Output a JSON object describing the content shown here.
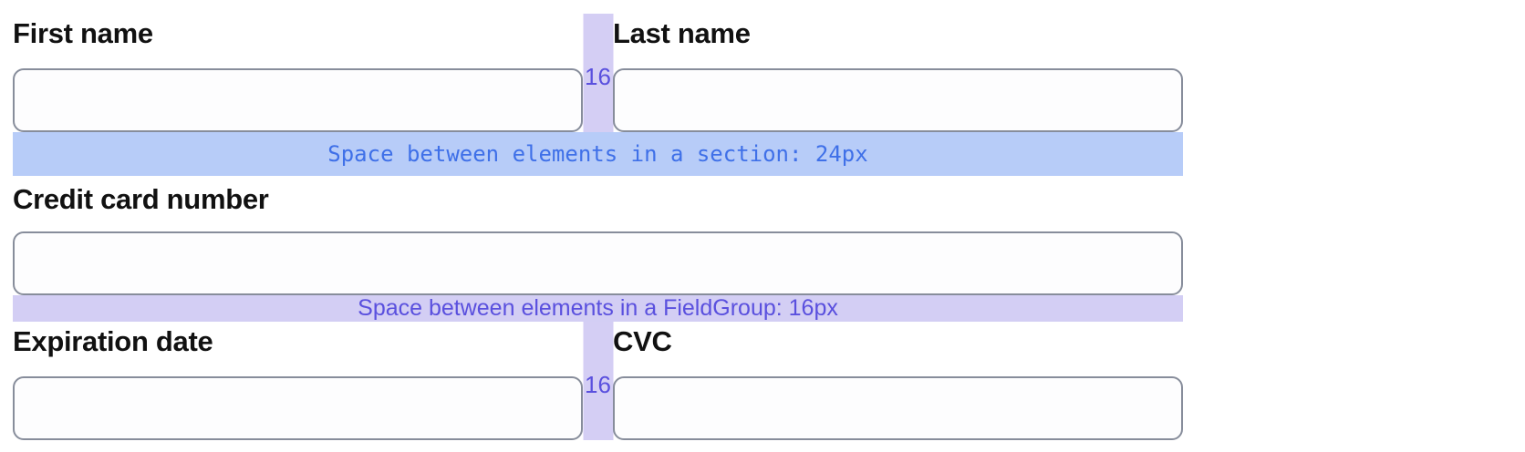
{
  "fields": {
    "first_name_label": "First name",
    "last_name_label": "Last name",
    "credit_card_label": "Credit card number",
    "expiration_label": "Expiration date",
    "cvc_label": "CVC",
    "first_name_value": "",
    "last_name_value": "",
    "credit_card_value": "",
    "expiration_value": "",
    "cvc_value": "",
    "input_placeholder": ""
  },
  "spacing": {
    "section_bar_text": "Space between elements in a section: 24px",
    "fieldgroup_bar_text": "Space between elements in a FieldGroup: 16px",
    "column_gap_label": "16"
  },
  "colors": {
    "section_bar_bg": "#b7ccf8",
    "section_bar_text": "#3f70e8",
    "fieldgroup_bar_bg": "#d3cef4",
    "fieldgroup_bar_text": "#5a50de",
    "gap_strip_bg": "#d4cef4",
    "gap_label_text": "#5a50de",
    "input_border": "#878d9b",
    "label_text": "#111111"
  }
}
